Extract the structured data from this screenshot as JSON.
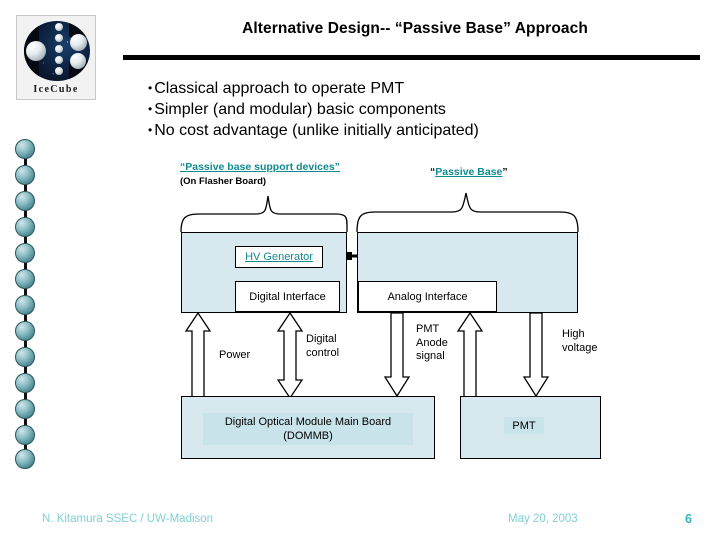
{
  "slide": {
    "title": "Alternative Design-- “Passive Base” Approach",
    "logo": {
      "wordmark": "IceCube"
    },
    "bullets": [
      "Classical approach to operate PMT",
      "Simpler (and modular) basic components",
      "No cost advantage (unlike initially anticipated)"
    ],
    "group_labels": {
      "left_main": "“Passive base support devices”",
      "left_sub": "(On Flasher Board)",
      "right_quote_open": "“",
      "right_main": "Passive Base",
      "right_quote_close": "”"
    },
    "diagram": {
      "boxes": {
        "hv_generator": "HV Generator",
        "digital_interface": "Digital Interface",
        "analog_interface": "Analog Interface",
        "dommb_line1": "Digital Optical Module Main Board",
        "dommb_line2": "(DOMMB)",
        "pmt": "PMT"
      },
      "flows": {
        "power": "Power",
        "digital_control_line1": "Digital",
        "digital_control_line2": "control",
        "pmt_anode_line1": "PMT",
        "pmt_anode_line2": "Anode",
        "pmt_anode_line3": "signal",
        "high_voltage_line1": "High",
        "high_voltage_line2": "voltage"
      }
    },
    "footer": {
      "author": "N. Kitamura SSEC / UW-Madison",
      "date": "May 20, 2003",
      "page": "6"
    },
    "colors": {
      "teal_link": "#118a8f",
      "footer_teal": "#7fcfd6",
      "page_teal": "#2fb6c0",
      "box_fill": "#d7e9ef",
      "inner_tag_fill": "#c9e3ea"
    }
  }
}
